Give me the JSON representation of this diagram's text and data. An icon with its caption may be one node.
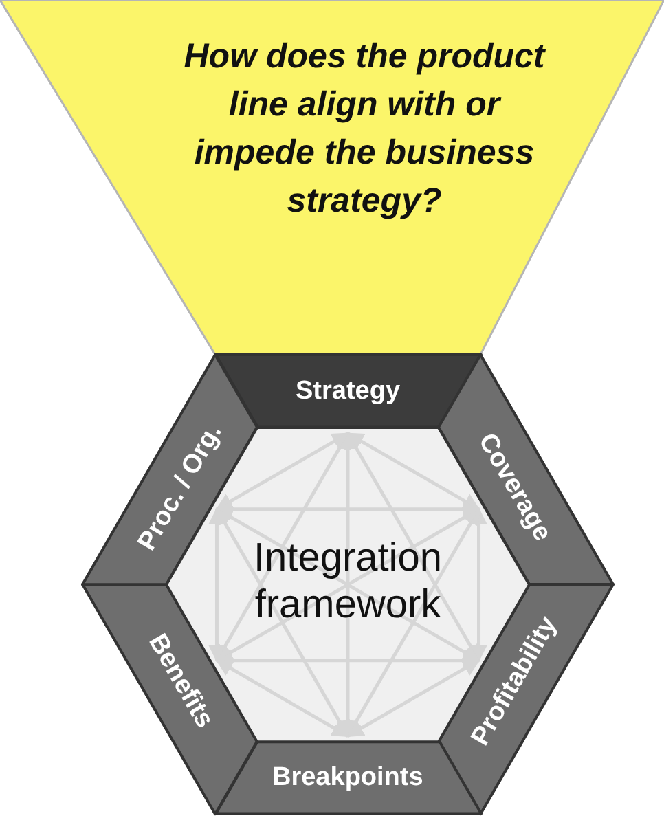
{
  "diagram": {
    "nodes": [
      {
        "text": [
          "How does the product line align with or impede the business strategy?"
        ]
      },
      {
        "text": [
          "Strategy"
        ]
      },
      {
        "text": [
          "Coverage"
        ]
      },
      {
        "text": [
          "Profitability"
        ]
      },
      {
        "text": [
          "Breakpoints"
        ]
      },
      {
        "text": [
          "Benefits"
        ]
      },
      {
        "text": [
          "Proc. / Org."
        ]
      },
      {
        "text": [
          "Integration framework"
        ]
      }
    ]
  }
}
